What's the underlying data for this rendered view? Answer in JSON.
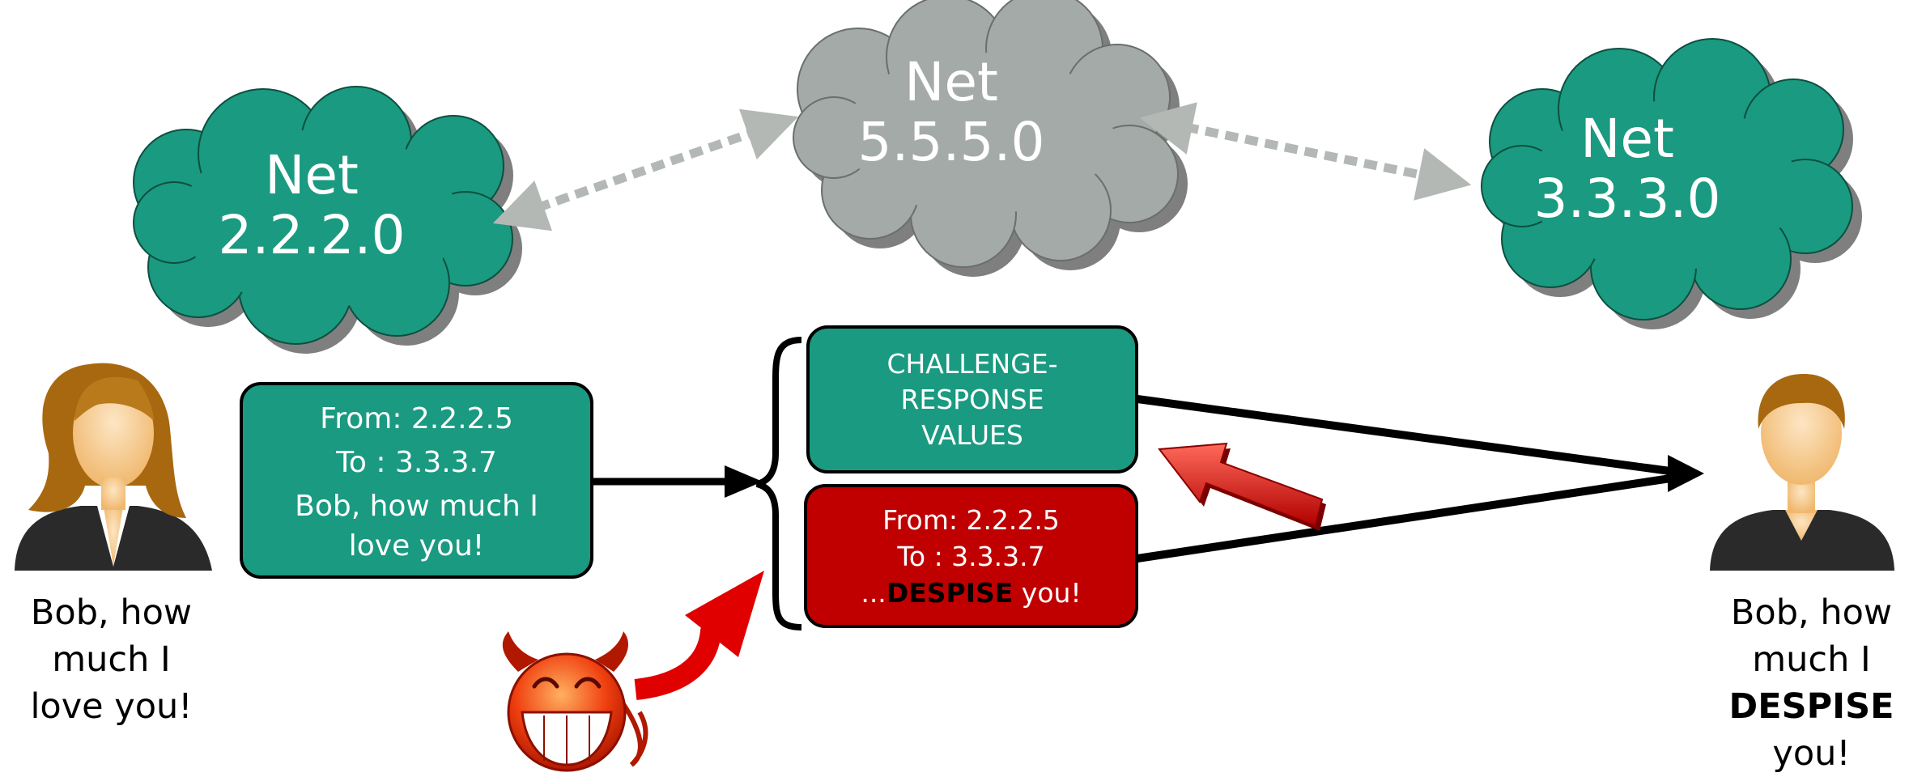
{
  "clouds": {
    "left": {
      "line1": "Net",
      "line2": "2.2.2.0"
    },
    "middle": {
      "line1": "Net",
      "line2": "5.5.5.0"
    },
    "right": {
      "line1": "Net",
      "line2": "3.3.3.0"
    }
  },
  "alice_packet": {
    "from": "From: 2.2.2.5",
    "to": "To : 3.3.3.7",
    "message_line1": "Bob, how much I",
    "message_line2": "love you!"
  },
  "challenge_box": {
    "line1": "CHALLENGE-",
    "line2": "RESPONSE",
    "line3": "VALUES"
  },
  "forged_packet": {
    "from": "From: 2.2.2.5",
    "to": "To : 3.3.3.7",
    "prefix": "...",
    "emphasis": "DESPISE",
    "suffix": " you!"
  },
  "sender_caption": {
    "line1": "Bob, how",
    "line2": "much I",
    "line3": "love you!"
  },
  "receiver_caption": {
    "line1": "Bob, how",
    "line2": "much I",
    "line3": "DESPISE",
    "line4": "you!"
  },
  "colors": {
    "green_cloud": "#1a9a80",
    "gray_cloud": "#a4aaa7",
    "forged_red": "#c00000",
    "dashed_arrow": "#b3b8b5"
  },
  "icons": {
    "sender": "woman-user-icon",
    "receiver": "man-user-icon",
    "attacker": "devil-smiley-icon"
  }
}
